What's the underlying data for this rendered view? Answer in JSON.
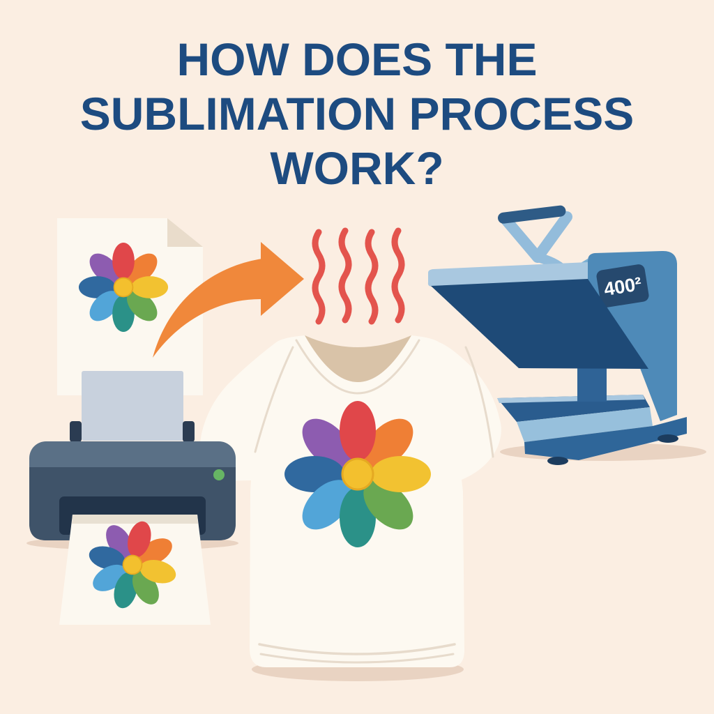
{
  "title": {
    "line1": "HOW DOES THE",
    "line2": "SUBLIMATION PROCESS",
    "line3": "WORK?"
  },
  "heat_press": {
    "display_value": "400²"
  },
  "graphics": {
    "design_paper": "sublimation-paper-with-rainbow-flower",
    "printer": "inkjet-printer-printing-flower-sheet",
    "transfer_arrow": "orange-curved-arrow",
    "heat_waves": "four-red-heat-squiggles",
    "tshirt": "white-tshirt-with-rainbow-flower",
    "heat_press": "blue-heat-press-machine"
  },
  "colors": {
    "background": "#fbeee2",
    "title_text": "#1d4b80",
    "shadow_tone": "#e9d3c2",
    "paper_white": "#fcf8f0",
    "paper_fold": "#e9dccb",
    "paper_edge": "#e8e0d2",
    "feed_paper": "#c8d1dd",
    "printer_post": "#2b3c52",
    "printer_top": "#5a7086",
    "printer_body": "#3f5369",
    "printer_slot": "#22344a",
    "led_green": "#67b564",
    "shirt_white": "#fdf9f1",
    "collar_tan": "#d9c3a8",
    "stitch_line": "#e7dbcc",
    "arrow_orange": "#f0883b",
    "heat_wave_red": "#e3544d",
    "petal_red": "#e0474a",
    "petal_orange": "#ef7f35",
    "petal_yellow": "#f2c231",
    "petal_green": "#6aa851",
    "petal_teal": "#2b9188",
    "petal_lightblue": "#52a5d8",
    "petal_blue": "#30699f",
    "petal_purple": "#8d5cb0",
    "flower_center": "#f3c02e",
    "flower_center_edge": "#e5a922",
    "press_main_blue": "#4e8ab8",
    "press_light_blue": "#7cb0d3",
    "press_navy": "#1e4a77",
    "press_band_light": "#a9c8e0",
    "press_base_top": "#2a5c8e",
    "press_base_mid": "#97c0dc",
    "press_base_dark": "#2f6699",
    "press_foot": "#1c3c5e",
    "press_connector": "#2f6396",
    "display_panel": "#26496e",
    "display_text": "#ffffff",
    "handle_light": "#93bcdb",
    "handle_grip": "#2e5b86"
  }
}
